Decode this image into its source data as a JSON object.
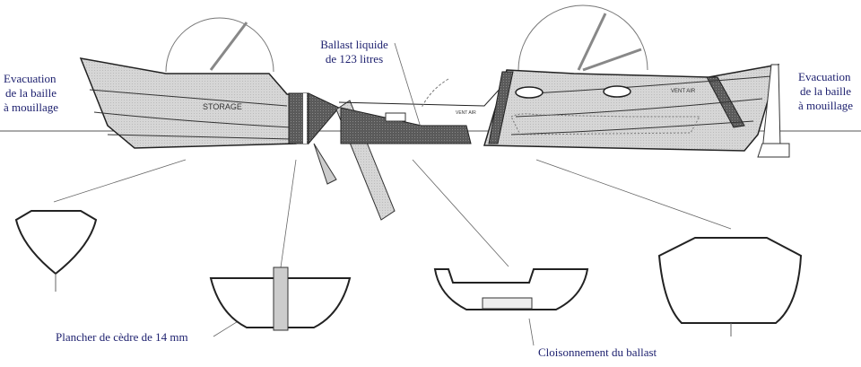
{
  "labels": {
    "left_evacuation": [
      "Evacuation",
      "de la baille",
      "à mouillage"
    ],
    "right_evacuation": [
      "Evacuation",
      "de la baille",
      "à mouillage"
    ],
    "ballast": [
      "Ballast liquide",
      "de 123 litres"
    ],
    "plancher": "Plancher de cèdre de 14 mm",
    "cloisonnement": "Cloisonnement du ballast"
  },
  "hull_text": {
    "storage": "STORAGE",
    "vent_air_fore": "VENT AIR",
    "vent_air_mid": "VENT AIR"
  },
  "colors": {
    "label": "#1c1f6e",
    "hull_fill": "#d8d8d8",
    "dark_fill": "#555555",
    "line": "#222222"
  }
}
